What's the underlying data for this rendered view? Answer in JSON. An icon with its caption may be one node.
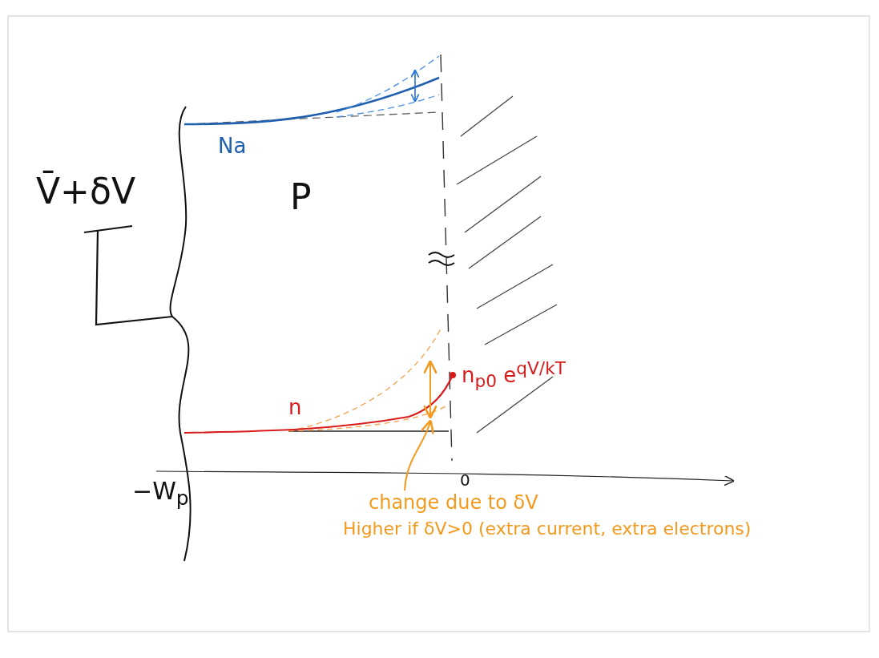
{
  "diagram": {
    "nodes": [
      {
        "text": [
          "change due to δV",
          "Higher if δV>0 (extra current, extra electrons)"
        ]
      },
      {
        "text": [],
        "shape": "arrow"
      }
    ],
    "edges": [
      {
        "from": 0,
        "to": 1,
        "arrow": "to"
      }
    ],
    "labels": [
      "V̄+δV",
      "Na",
      "P",
      "n",
      "n$_{p0}$ e$^{qV/kT}$",
      "−W$_{p}$",
      "0"
    ]
  }
}
